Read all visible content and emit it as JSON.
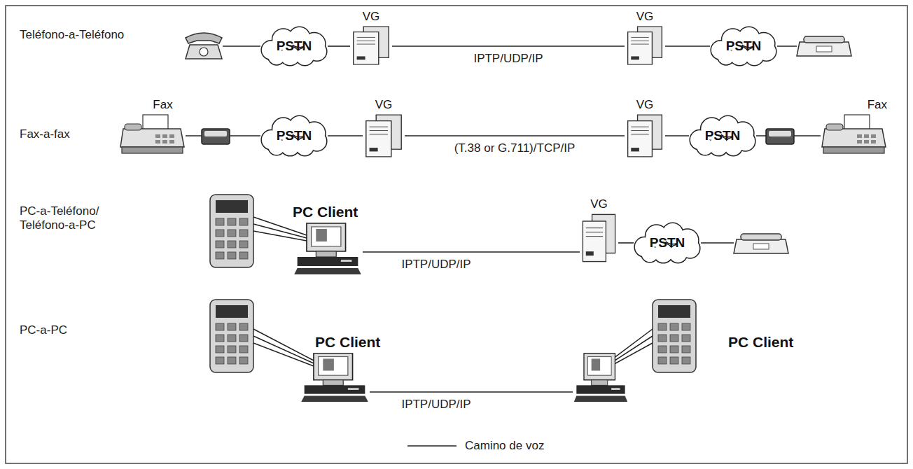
{
  "diagram": {
    "nodes": [
      {
        "text": [
          "PSTN"
        ]
      },
      {
        "text": [
          "VG"
        ]
      },
      {
        "text": [
          "VG"
        ]
      },
      {
        "text": [
          "PSTN"
        ]
      },
      {
        "text": [
          "Fax"
        ]
      },
      {
        "text": [
          "PSTN"
        ]
      },
      {
        "text": [
          "VG"
        ]
      },
      {
        "text": [
          "VG"
        ]
      },
      {
        "text": [
          "PSTN"
        ]
      },
      {
        "text": [
          "Fax"
        ]
      },
      {
        "text": [
          "PC Client"
        ]
      },
      {
        "text": [
          "VG"
        ]
      },
      {
        "text": [
          "PSTN"
        ]
      },
      {
        "text": [
          "PC Client"
        ]
      },
      {
        "text": [
          "PC Client"
        ]
      }
    ],
    "edges": [
      {
        "from": 0,
        "to": 1,
        "arrow": "none"
      },
      {
        "from": 1,
        "to": 2,
        "label": "IPTP/UDP/IP",
        "arrow": "none"
      },
      {
        "from": 2,
        "to": 3,
        "arrow": "none"
      },
      {
        "from": 5,
        "to": 6,
        "arrow": "none"
      },
      {
        "from": 6,
        "to": 7,
        "label": "(T.38 or G.711)/TCP/IP",
        "arrow": "none"
      },
      {
        "from": 7,
        "to": 8,
        "arrow": "none"
      },
      {
        "from": 10,
        "to": 11,
        "label": "IPTP/UDP/IP",
        "arrow": "none"
      },
      {
        "from": 11,
        "to": 12,
        "arrow": "none"
      },
      {
        "from": 13,
        "to": 14,
        "label": "IPTP/UDP/IP",
        "arrow": "none"
      }
    ],
    "labels": [
      "Teléfono-a-Teléfono",
      "Fax-a-fax",
      "PC-a-Teléfono/ Teléfono-a-PC",
      "PC-a-PC"
    ],
    "legend": [
      {
        "text": "Camino de voz"
      }
    ]
  }
}
